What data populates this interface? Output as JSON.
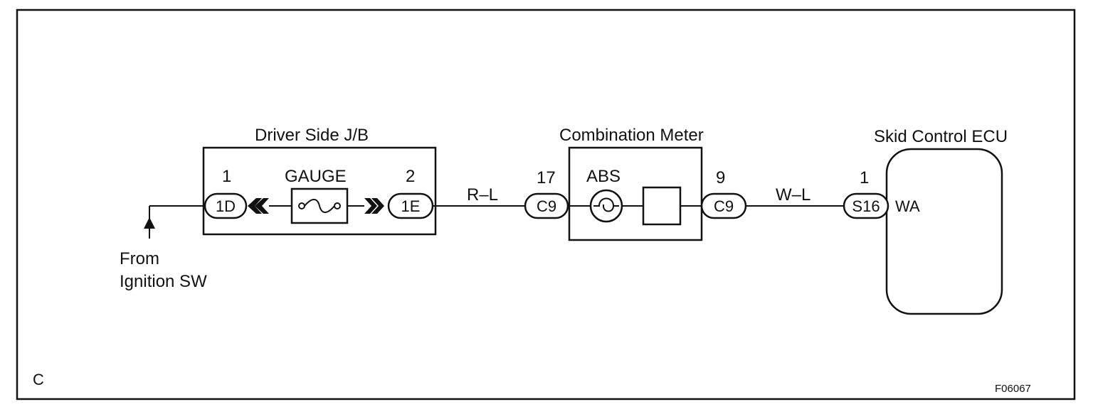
{
  "diagram": {
    "corner_label": "C",
    "figure_id": "F06067",
    "source": {
      "line1": "From",
      "line2": "Ignition SW"
    },
    "junction_box": {
      "title": "Driver Side J/B",
      "fuse_label": "GAUGE",
      "left_connector": {
        "pin": "1",
        "name": "1D"
      },
      "right_connector": {
        "pin": "2",
        "name": "1E"
      }
    },
    "wire1": "R–L",
    "meter": {
      "title": "Combination Meter",
      "lamp_label": "ABS",
      "left_connector": {
        "pin": "17",
        "name": "C9"
      },
      "right_connector": {
        "pin": "9",
        "name": "C9"
      }
    },
    "wire2": "W–L",
    "ecu": {
      "title": "Skid Control ECU",
      "connector": {
        "pin": "1",
        "name": "S16"
      },
      "terminal": "WA"
    }
  }
}
